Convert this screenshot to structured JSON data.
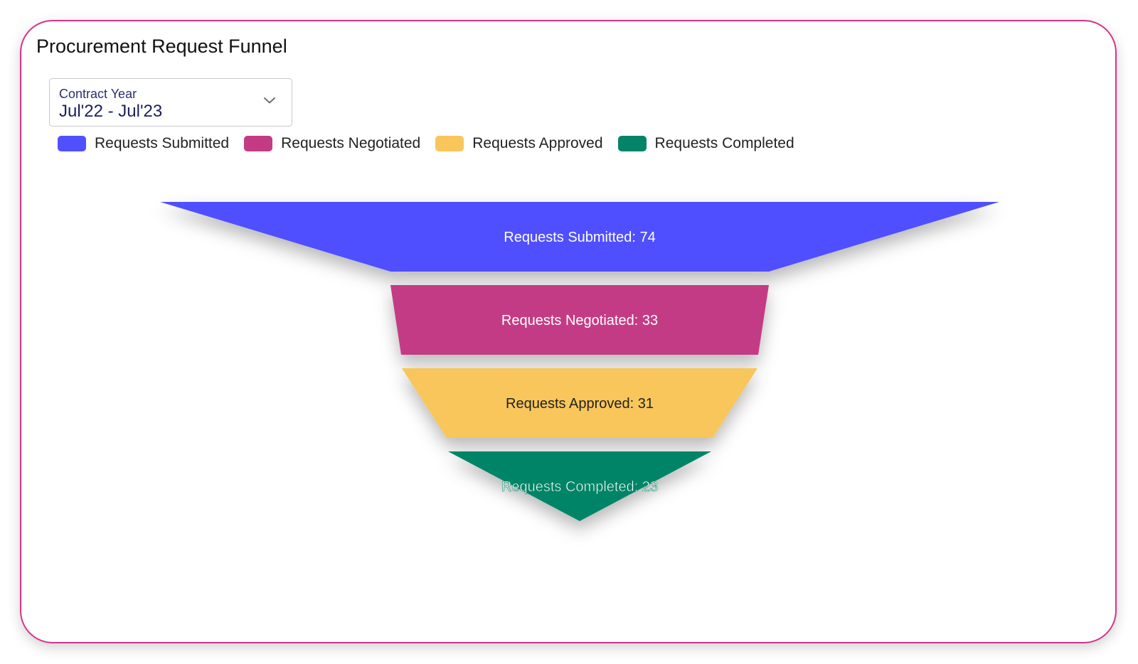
{
  "title": "Procurement Request Funnel",
  "selector": {
    "label": "Contract Year",
    "value": "Jul'22 - Jul'23",
    "icon": "chevron-down-icon"
  },
  "colors": {
    "border_accent": "#d6348a"
  },
  "chart_data": {
    "type": "funnel",
    "title": "Procurement Request Funnel",
    "legend_position": "top-left",
    "stages": [
      {
        "name": "Requests Submitted",
        "value": 74,
        "label": "Requests Submitted: 74",
        "color": "#5050ff",
        "text_color": "#ffffff"
      },
      {
        "name": "Requests Negotiated",
        "value": 33,
        "label": "Requests Negotiated: 33",
        "color": "#c43b85",
        "text_color": "#ffffff"
      },
      {
        "name": "Requests Approved",
        "value": 31,
        "label": "Requests Approved: 31",
        "color": "#f8c65a",
        "text_color": "#222222"
      },
      {
        "name": "Requests Completed",
        "value": 23,
        "label": "Requests Completed: 23",
        "color": "#038467",
        "text_color": "#ffffff"
      }
    ]
  }
}
